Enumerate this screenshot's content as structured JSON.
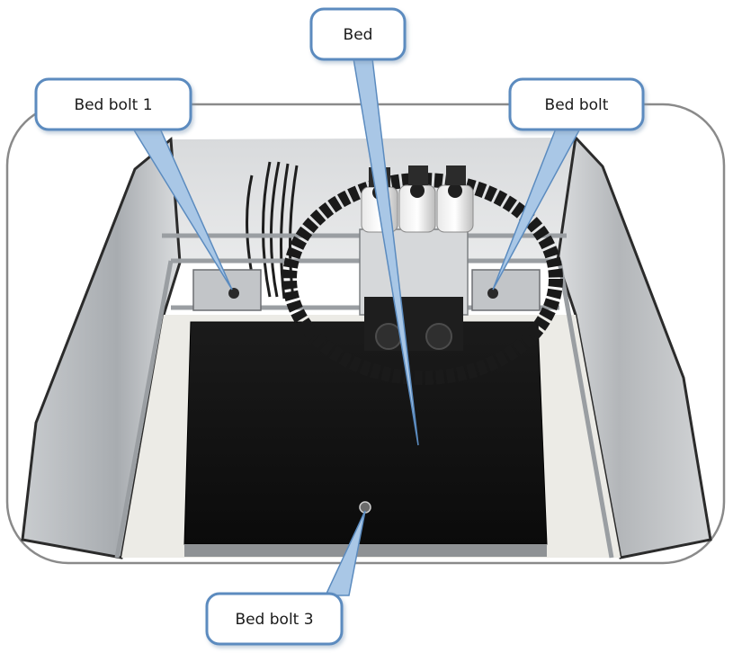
{
  "callouts": {
    "bed": "Bed",
    "bolt_1": "Bed bolt 1",
    "bolt_2": "Bed bolt",
    "bolt_3": "Bed bolt 3"
  },
  "colors": {
    "bubble_fill": "#ffffff",
    "bubble_stroke": "#5b8bbf",
    "pointer_fill": "#a9c7e6",
    "bed_surface": "#121212",
    "frame_metal": "#b9bcbf",
    "enclosure_outline": "#8a8a8a"
  }
}
